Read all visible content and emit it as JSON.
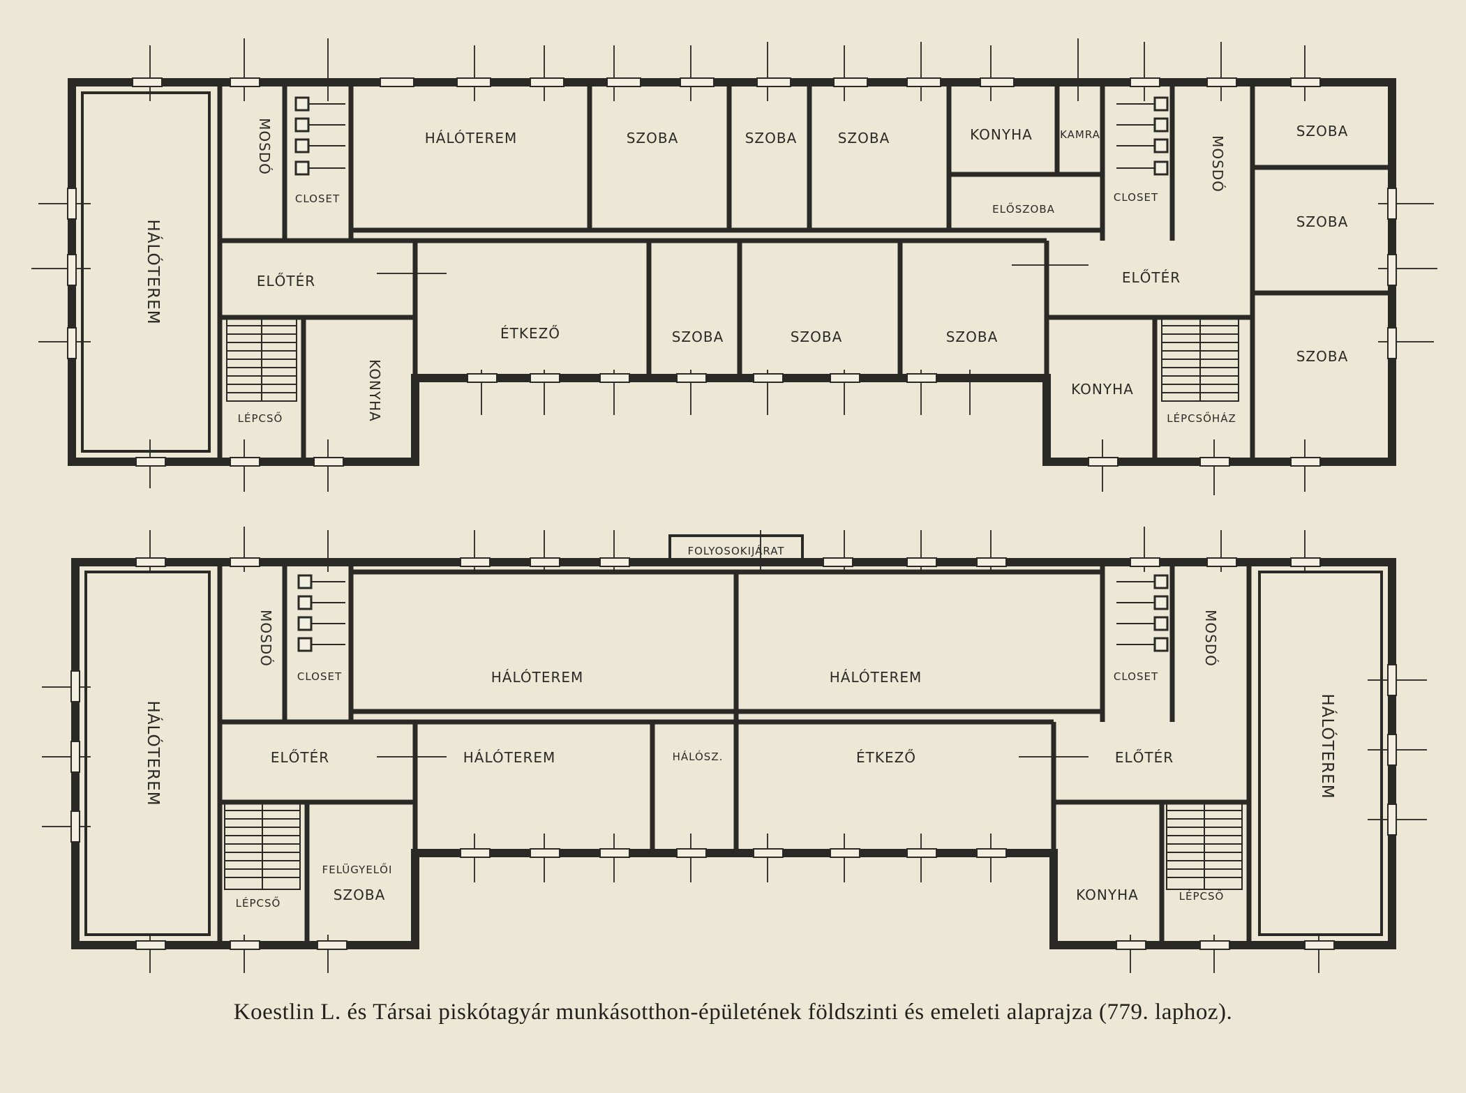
{
  "plans": [
    {
      "id": "upper",
      "rooms": [
        {
          "name": "room-haloterem-left",
          "label": "HÁLÓTEREM",
          "vertical": true
        },
        {
          "name": "room-mosdo-left",
          "label": "MOSDÓ",
          "vertical": true
        },
        {
          "name": "room-closet-left",
          "label": "CLOSET"
        },
        {
          "name": "room-haloterem-top",
          "label": "HÁLÓTEREM"
        },
        {
          "name": "room-szoba-1",
          "label": "SZOBA"
        },
        {
          "name": "room-szoba-2",
          "label": "SZOBA"
        },
        {
          "name": "room-szoba-3",
          "label": "SZOBA"
        },
        {
          "name": "room-konyha-top",
          "label": "KONYHA"
        },
        {
          "name": "room-kamra",
          "label": "KAMRA"
        },
        {
          "name": "room-eloszoba",
          "label": "ELŐSZOBA"
        },
        {
          "name": "room-closet-right",
          "label": "CLOSET"
        },
        {
          "name": "room-mosdo-right",
          "label": "MOSDÓ",
          "vertical": true
        },
        {
          "name": "room-szoba-r1",
          "label": "SZOBA"
        },
        {
          "name": "room-szoba-r2",
          "label": "SZOBA"
        },
        {
          "name": "room-szoba-r3",
          "label": "SZOBA"
        },
        {
          "name": "room-eloter-left",
          "label": "ELŐTÉR"
        },
        {
          "name": "room-eloter-right",
          "label": "ELŐTÉR"
        },
        {
          "name": "room-etkezo",
          "label": "ÉTKEZŐ"
        },
        {
          "name": "room-szoba-c1",
          "label": "SZOBA"
        },
        {
          "name": "room-szoba-c2",
          "label": "SZOBA"
        },
        {
          "name": "room-szoba-c3",
          "label": "SZOBA"
        },
        {
          "name": "room-lepcso-left",
          "label": "LÉPCSŐ"
        },
        {
          "name": "room-konyha-left",
          "label": "KONYHA",
          "vertical": true
        },
        {
          "name": "room-konyha-right",
          "label": "KONYHA"
        },
        {
          "name": "room-lepcsohaz",
          "label": "LÉPCSŐHÁZ"
        }
      ]
    },
    {
      "id": "lower",
      "rooms": [
        {
          "name": "room-folyoso",
          "label": "FOLYOSOKIJÁRAT"
        },
        {
          "name": "room-haloterem-left",
          "label": "HÁLÓTEREM",
          "vertical": true
        },
        {
          "name": "room-mosdo-left",
          "label": "MOSDÓ",
          "vertical": true
        },
        {
          "name": "room-closet-left",
          "label": "CLOSET"
        },
        {
          "name": "room-haloterem-tl",
          "label": "HÁLÓTEREM"
        },
        {
          "name": "room-haloterem-tr",
          "label": "HÁLÓTEREM"
        },
        {
          "name": "room-closet-right",
          "label": "CLOSET"
        },
        {
          "name": "room-mosdo-right",
          "label": "MOSDÓ",
          "vertical": true
        },
        {
          "name": "room-haloterem-right",
          "label": "HÁLÓTEREM",
          "vertical": true
        },
        {
          "name": "room-eloter-left",
          "label": "ELŐTÉR"
        },
        {
          "name": "room-haloterem-c",
          "label": "HÁLÓTEREM"
        },
        {
          "name": "room-haloszoba",
          "label": "HÁLÓSZ."
        },
        {
          "name": "room-etkezo",
          "label": "ÉTKEZŐ"
        },
        {
          "name": "room-eloter-right",
          "label": "ELŐTÉR"
        },
        {
          "name": "room-lepcso-left",
          "label": "LÉPCSŐ"
        },
        {
          "name": "room-felugyeloi",
          "label": "FELÜGYELŐI"
        },
        {
          "name": "room-szoba-fel",
          "label": "SZOBA"
        },
        {
          "name": "room-konyha",
          "label": "KONYHA"
        },
        {
          "name": "room-lepcso-right",
          "label": "LÉPCSŐ"
        }
      ]
    }
  ],
  "caption": "Koestlin L. és Társai piskótagyár munkásotthon-épületének földszinti és emeleti alaprajza (779. laphoz)."
}
